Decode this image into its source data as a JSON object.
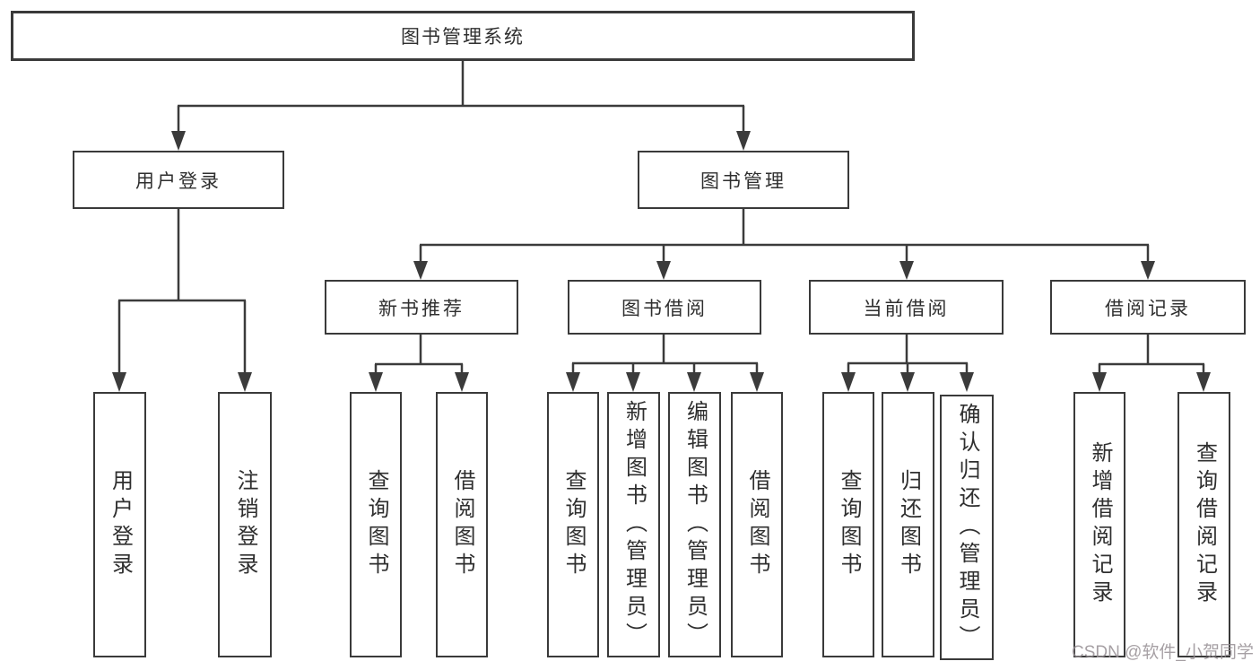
{
  "diagram": {
    "title": "图书管理系统",
    "level2": {
      "user_login": "用户登录",
      "book_mgmt": "图书管理"
    },
    "level3": {
      "new_book_rec": "新书推荐",
      "book_borrow": "图书借阅",
      "current_borrow": "当前借阅",
      "borrow_record": "借阅记录"
    },
    "leaves": {
      "user_login_leaf": "用户登录",
      "logout": "注销登录",
      "nb_query": "查询图书",
      "nb_borrow": "借阅图书",
      "bb_query": "查询图书",
      "bb_add": "新增图书（管理员）",
      "bb_edit": "编辑图书（管理员）",
      "bb_borrow": "借阅图书",
      "cb_query": "查询图书",
      "cb_return": "归还图书",
      "cb_confirm": "确认归还（管理员）",
      "br_add": "新增借阅记录",
      "br_query": "查询借阅记录"
    }
  },
  "watermark": {
    "text": "CSDN @软件_小贺同学"
  },
  "colors": {
    "line": "#3b3b3b",
    "border": "#3a3a3a",
    "text": "#2f2f2f",
    "background": "#ffffff",
    "watermark": "#968f94"
  }
}
